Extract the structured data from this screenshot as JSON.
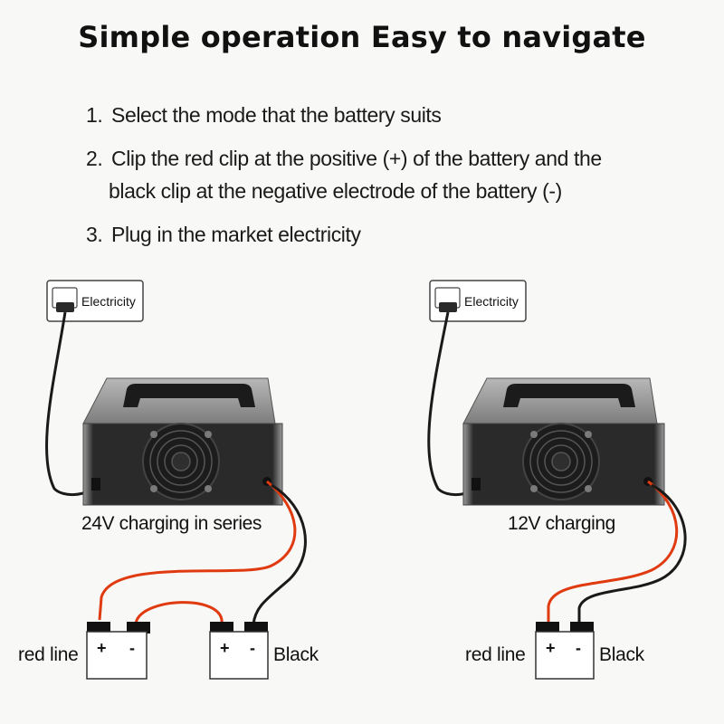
{
  "title": "Simple operation Easy to navigate",
  "steps": [
    {
      "number": "1.",
      "text": "Select the mode that the battery suits"
    },
    {
      "number": "2.",
      "text": "Clip the red clip at the positive (+) of the battery and the",
      "continuation": "black clip at the negative electrode of the battery (-)"
    },
    {
      "number": "3.",
      "text": "Plug in the market electricity"
    }
  ],
  "left_diagram": {
    "outlet_label": "Electricity",
    "caption": "24V charging in series",
    "red_label": "red line",
    "black_label": "Black",
    "plus": "+",
    "minus": "-"
  },
  "right_diagram": {
    "outlet_label": "Electricity",
    "caption": "12V charging",
    "red_label": "red line",
    "black_label": "Black",
    "plus": "+",
    "minus": "-"
  },
  "colors": {
    "red_wire": "#e03a10",
    "black_wire": "#1a1a1a",
    "housing": "#2b2b2b",
    "lid": "#9a9a9a"
  }
}
